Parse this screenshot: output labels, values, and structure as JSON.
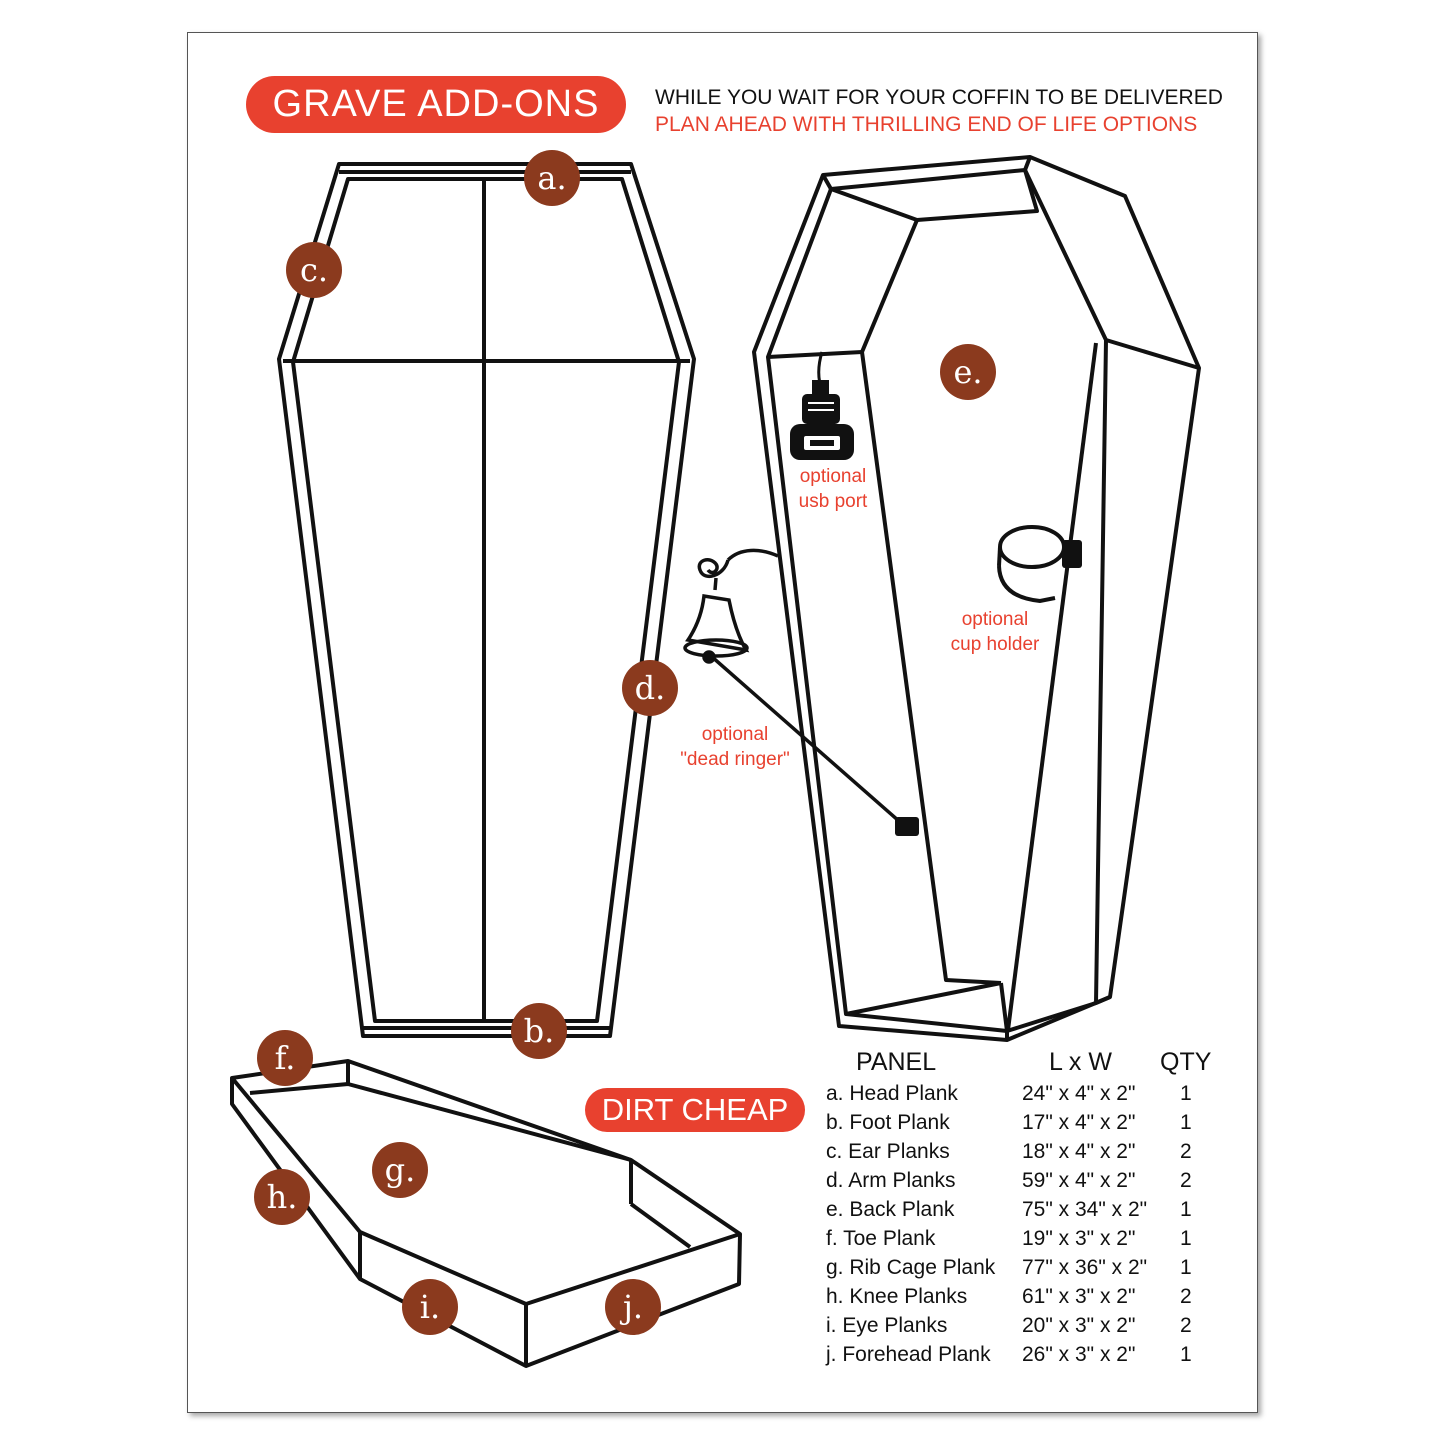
{
  "header": {
    "title": "GRAVE ADD-ONS",
    "tagline_1": "WHILE YOU WAIT FOR YOUR COFFIN TO BE DELIVERED",
    "tagline_2": "PLAN AHEAD WITH THRILLING END OF LIFE OPTIONS"
  },
  "badges": {
    "a": "a.",
    "b": "b.",
    "c": "c.",
    "d": "d.",
    "e": "e.",
    "f": "f.",
    "g": "g.",
    "h": "h.",
    "i": "i.",
    "j": "j."
  },
  "options": {
    "usb": [
      "optional",
      "usb port"
    ],
    "cup": [
      "optional",
      "cup holder"
    ],
    "ringer": [
      "optional",
      "\"dead ringer\""
    ]
  },
  "lid_label": "DIRT CHEAP",
  "table": {
    "headers": [
      "PANEL",
      "L x W",
      "QTY"
    ],
    "rows": [
      {
        "panel": "a. Head Plank",
        "dims": "24\" x 4\" x 2\"",
        "qty": "1"
      },
      {
        "panel": "b. Foot Plank",
        "dims": "17\" x 4\" x 2\"",
        "qty": "1"
      },
      {
        "panel": "c. Ear Planks",
        "dims": "18\" x 4\" x 2\"",
        "qty": "2"
      },
      {
        "panel": "d. Arm Planks",
        "dims": "59\" x 4\" x 2\"",
        "qty": "2"
      },
      {
        "panel": "e. Back Plank",
        "dims": "75\" x 34\" x 2\"",
        "qty": "1"
      },
      {
        "panel": "f. Toe Plank",
        "dims": "19\" x 3\" x 2\"",
        "qty": "1"
      },
      {
        "panel": "g. Rib Cage Plank",
        "dims": "77\" x 36\" x 2\"",
        "qty": "1"
      },
      {
        "panel": "h. Knee Planks",
        "dims": "61\" x 3\" x 2\"",
        "qty": "2"
      },
      {
        "panel": "i. Eye Planks",
        "dims": "20\" x 3\" x 2\"",
        "qty": "2"
      },
      {
        "panel": "j. Forehead Plank",
        "dims": "26\" x 3\" x 2\"",
        "qty": "1"
      }
    ]
  },
  "colors": {
    "accent": "#e8412f",
    "badge": "#8b3a1e",
    "line": "#111111"
  }
}
